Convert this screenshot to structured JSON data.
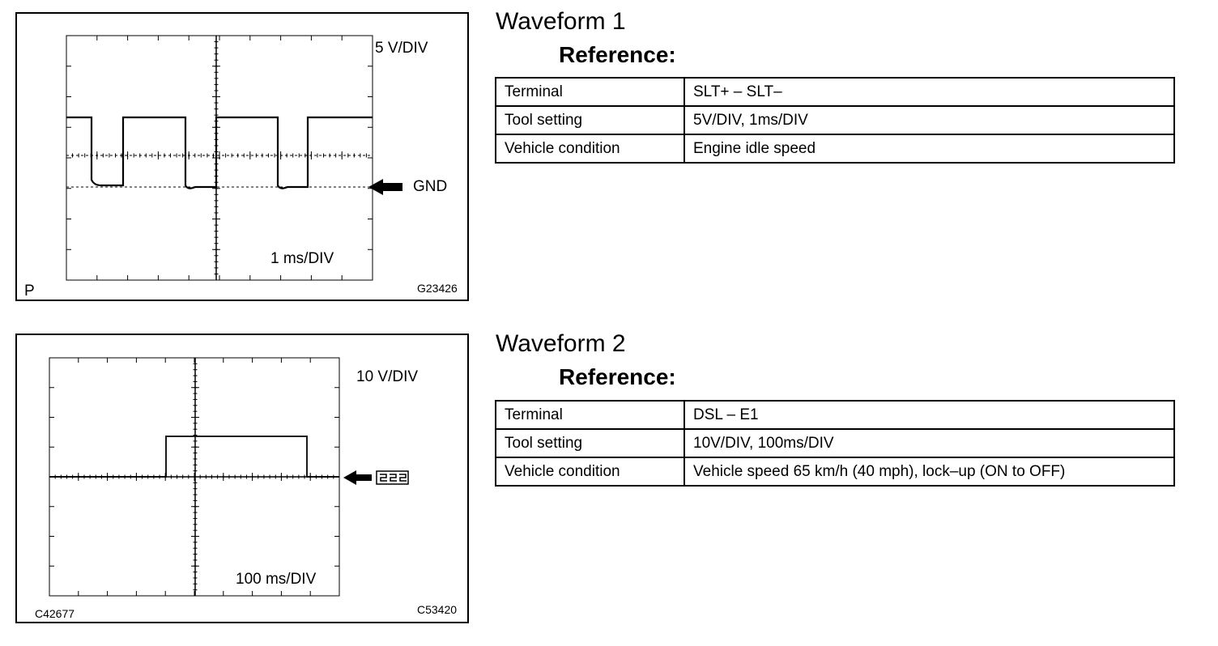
{
  "waveform1": {
    "title": "Waveform 1",
    "reference_label": "Reference:",
    "scope": {
      "volt_div": "5 V/DIV",
      "time_div": "1 ms/DIV",
      "ground_label": "GND",
      "corner_label": "P",
      "figure_code": "G23426"
    },
    "table": [
      {
        "label": "Terminal",
        "value": "SLT+ – SLT–"
      },
      {
        "label": "Tool setting",
        "value": "5V/DIV, 1ms/DIV"
      },
      {
        "label": "Vehicle condition",
        "value": "Engine idle speed"
      }
    ]
  },
  "waveform2": {
    "title": "Waveform 2",
    "reference_label": "Reference:",
    "scope": {
      "volt_div": "10 V/DIV",
      "time_div": "100 ms/DIV",
      "ground_symbol": "ground-symbol-icon",
      "figure_code_left": "C42677",
      "figure_code_right": "C53420"
    },
    "table": [
      {
        "label": "Terminal",
        "value": "DSL – E1"
      },
      {
        "label": "Tool setting",
        "value": "10V/DIV, 100ms/DIV"
      },
      {
        "label": "Vehicle condition",
        "value": "Vehicle speed 65 km/h (40 mph), lock–up (ON to OFF)"
      }
    ]
  }
}
